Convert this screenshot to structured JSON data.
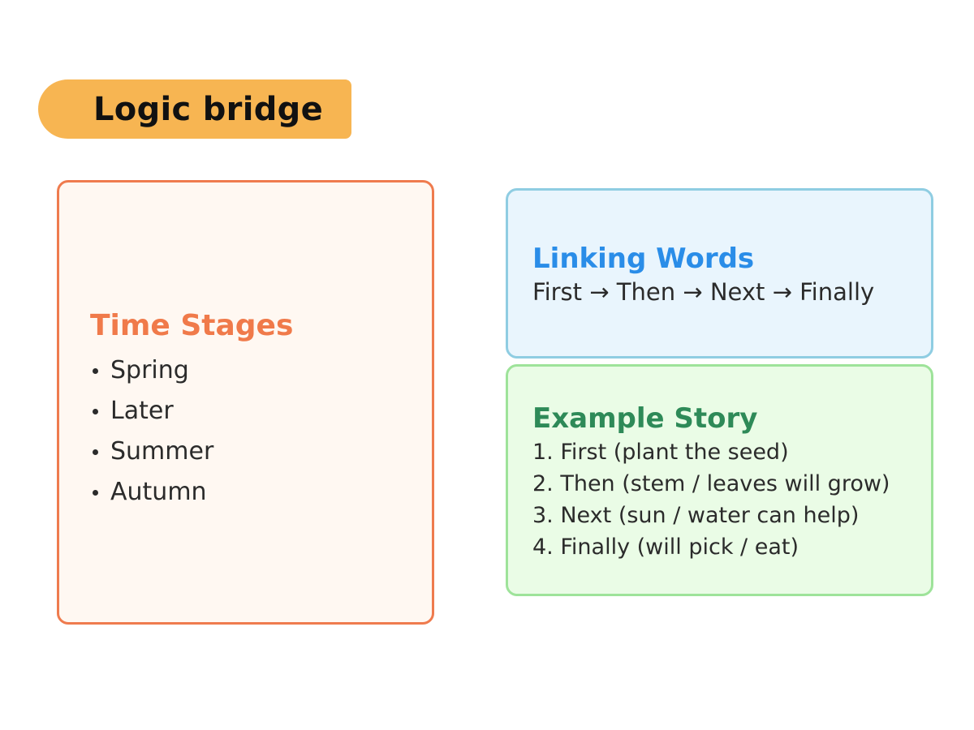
{
  "page": {
    "title": "Logic bridge"
  },
  "time_stages": {
    "heading": "Time Stages",
    "items": [
      "Spring",
      "Later",
      "Summer",
      "Autumn"
    ]
  },
  "linking_words": {
    "heading": "Linking Words",
    "sequence": "First → Then → Next → Finally"
  },
  "example_story": {
    "heading": "Example Story",
    "steps": [
      "1. First (plant the seed)",
      "2. Then (stem / leaves will grow)",
      "3. Next (sun / water can help)",
      "4. Finally (will pick / eat)"
    ]
  },
  "colors": {
    "title_bg": "#f7b552",
    "time_stages_accent": "#f07a4a",
    "linking_words_accent": "#2a8de8",
    "example_story_accent": "#2e8a58"
  }
}
